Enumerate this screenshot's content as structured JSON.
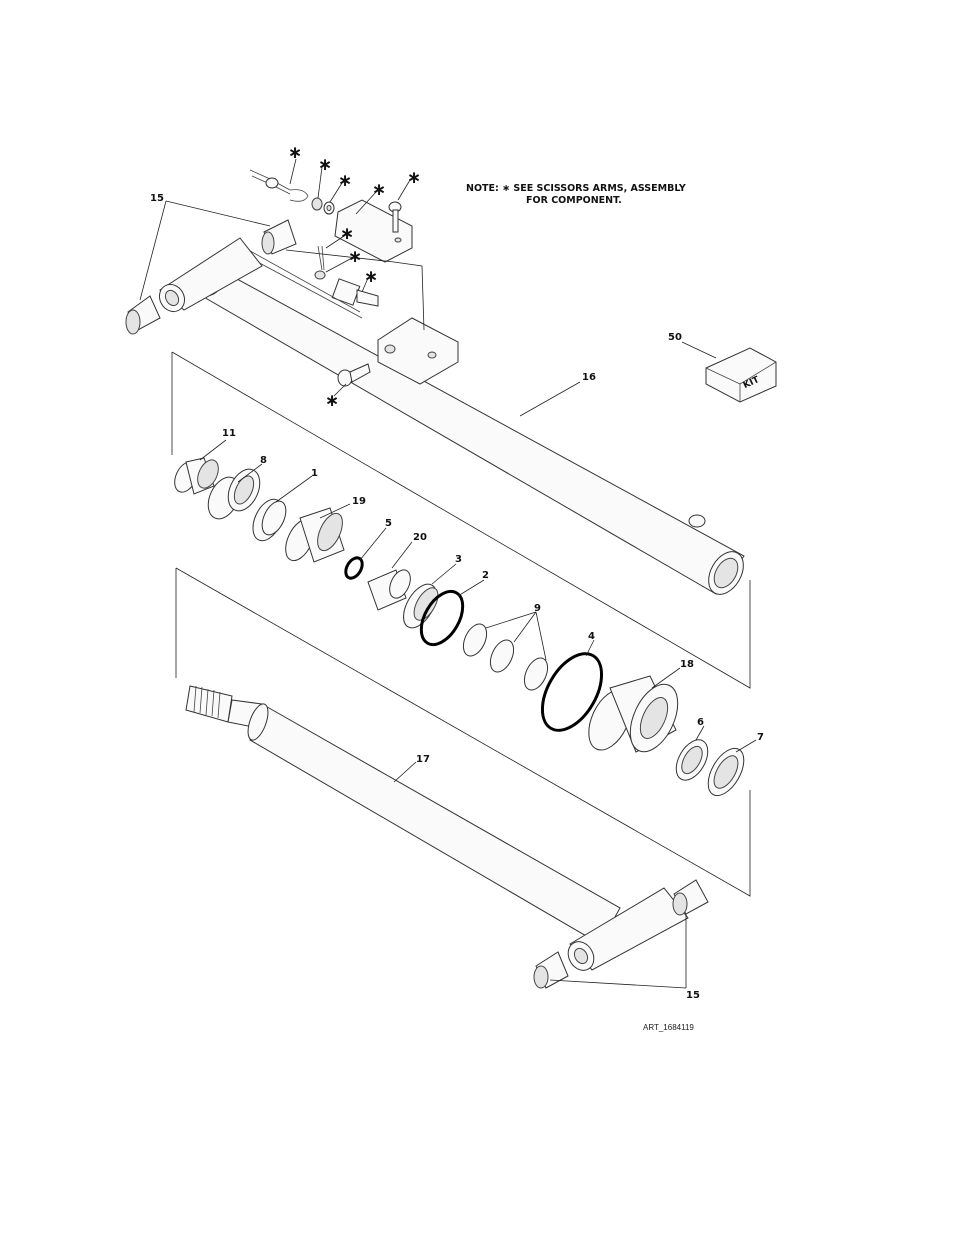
{
  "note": {
    "line1": "NOTE:  ∗ SEE SCISSORS ARMS, ASSEMBLY",
    "line2": "FOR COMPONENT."
  },
  "art_id": "ART_1684119",
  "callouts": {
    "c15_top": "15",
    "c15_bottom": "15",
    "c50": "50",
    "c16": "16",
    "c11": "11",
    "c8": "8",
    "c1": "1",
    "c19": "19",
    "c5": "5",
    "c20": "20",
    "c3": "3",
    "c2": "2",
    "c9": "9",
    "c4": "4",
    "c18": "18",
    "c6": "6",
    "c7": "7",
    "c17": "17"
  },
  "star_symbol": "∗",
  "kit_label": "KIT"
}
